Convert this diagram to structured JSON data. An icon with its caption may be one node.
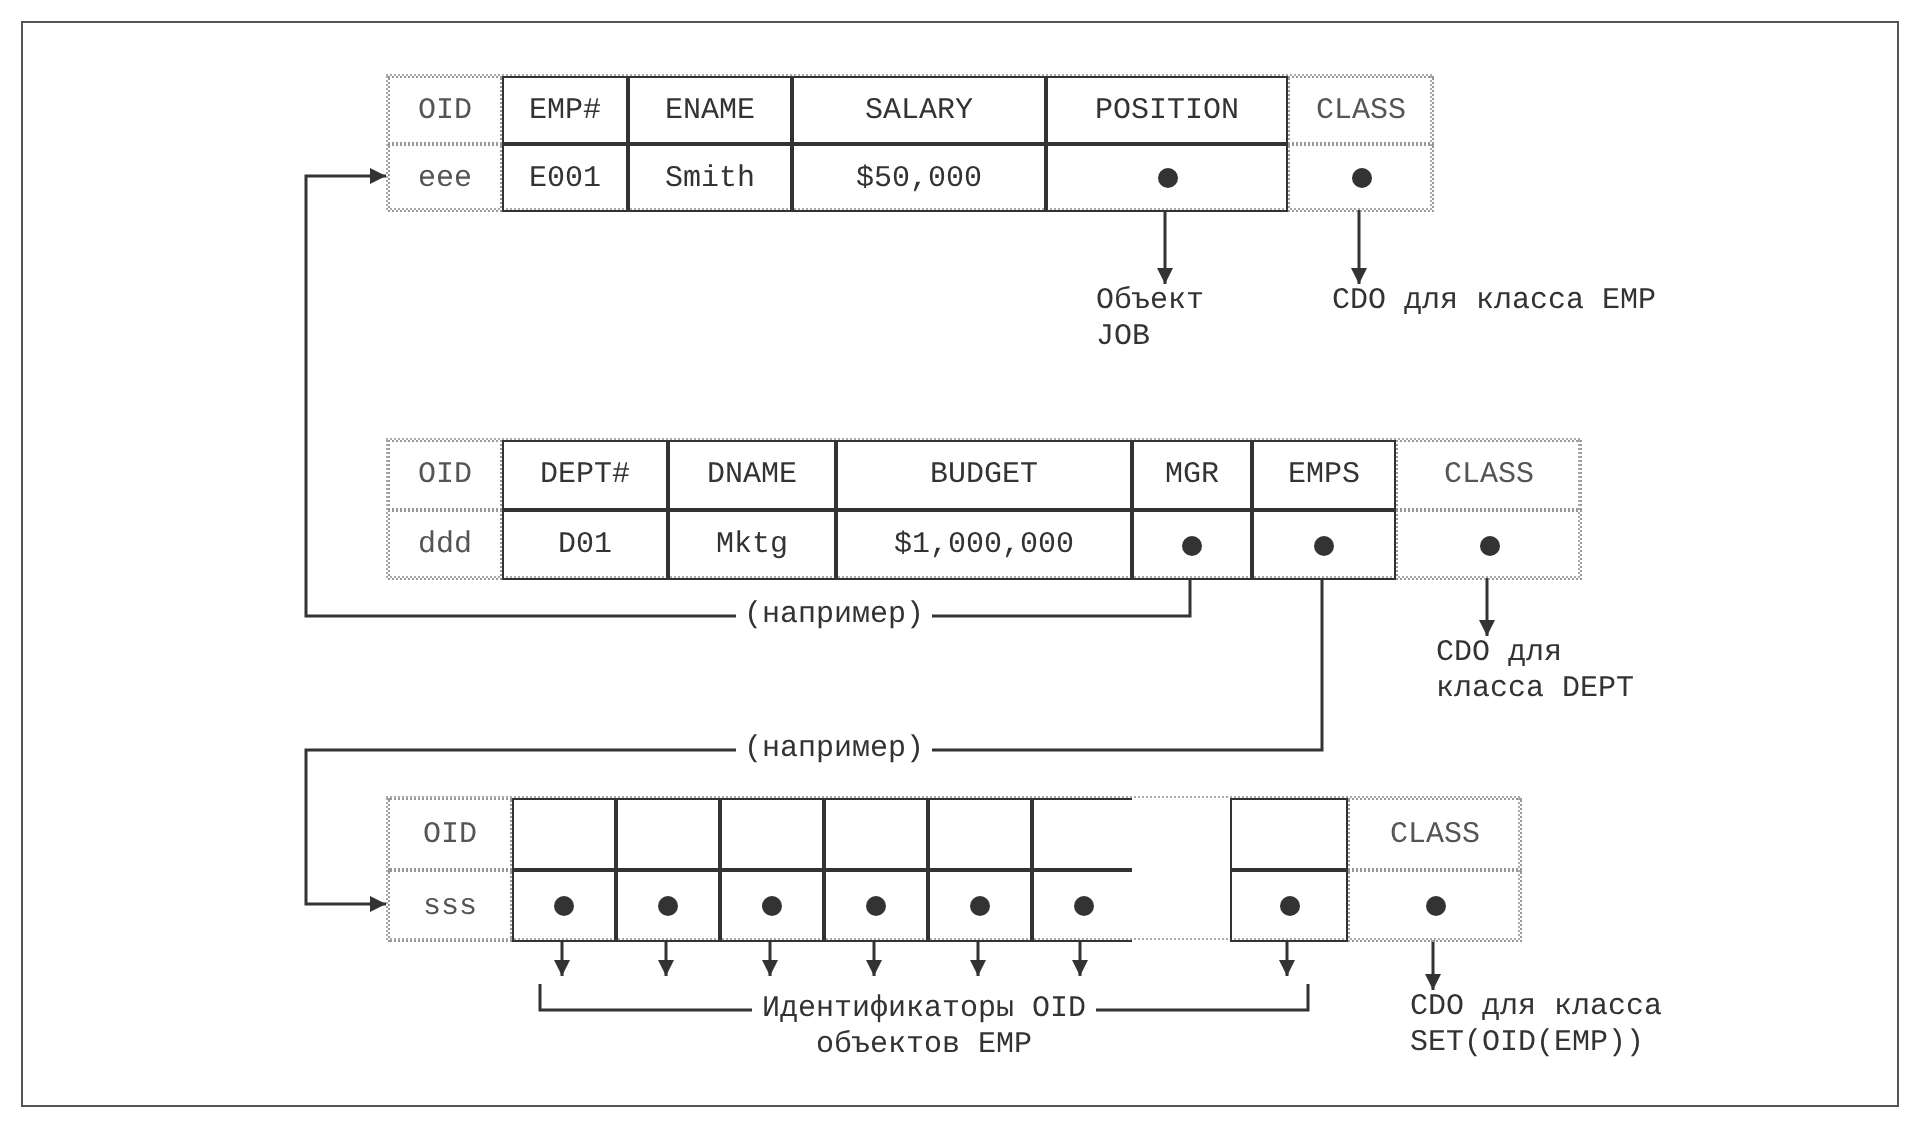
{
  "diagram": {
    "nodes": [
      {
        "text": [],
        "shape": "table"
      },
      {
        "text": [
          "OID"
        ],
        "in": 0
      },
      {
        "text": [
          "EMP#"
        ],
        "in": 0
      },
      {
        "text": [
          "ENAME"
        ],
        "in": 0
      },
      {
        "text": [
          "SALARY"
        ],
        "in": 0
      },
      {
        "text": [
          "POSITION"
        ],
        "in": 0
      },
      {
        "text": [
          "CLASS"
        ],
        "in": 0
      },
      {
        "text": [
          "eee"
        ],
        "in": 0
      },
      {
        "text": [
          "E001"
        ],
        "in": 0
      },
      {
        "text": [
          "Smith"
        ],
        "in": 0
      },
      {
        "text": [
          "$50,000"
        ],
        "in": 0
      },
      {
        "text": [],
        "shape": "box",
        "in": 0
      },
      {
        "text": [],
        "shape": "box",
        "in": 0
      },
      {
        "text": [
          "Объект JOB"
        ]
      },
      {
        "text": [
          "CDO для класса EMP"
        ]
      },
      {
        "text": [],
        "shape": "table"
      },
      {
        "text": [
          "OID"
        ],
        "in": 15
      },
      {
        "text": [
          "DEPT#"
        ],
        "in": 15
      },
      {
        "text": [
          "DNAME"
        ],
        "in": 15
      },
      {
        "text": [
          "BUDGET"
        ],
        "in": 15
      },
      {
        "text": [
          "MGR"
        ],
        "in": 15
      },
      {
        "text": [
          "EMPS"
        ],
        "in": 15
      },
      {
        "text": [
          "CLASS"
        ],
        "in": 15
      },
      {
        "text": [
          "ddd"
        ],
        "in": 15
      },
      {
        "text": [
          "D01"
        ],
        "in": 15
      },
      {
        "text": [
          "Mktg"
        ],
        "in": 15
      },
      {
        "text": [
          "$1,000,000"
        ],
        "in": 15
      },
      {
        "text": [],
        "shape": "box",
        "in": 15
      },
      {
        "text": [],
        "shape": "box",
        "in": 15
      },
      {
        "text": [],
        "shape": "box",
        "in": 15
      },
      {
        "text": [
          "CDO для класса DEPT"
        ]
      },
      {
        "text": [],
        "shape": "table"
      },
      {
        "text": [
          "OID"
        ],
        "in": 31
      },
      {
        "text": [],
        "shape": "box",
        "in": 31
      },
      {
        "text": [],
        "shape": "box",
        "in": 31
      },
      {
        "text": [],
        "shape": "box",
        "in": 31
      },
      {
        "text": [],
        "shape": "box",
        "in": 31
      },
      {
        "text": [],
        "shape": "box",
        "in": 31
      },
      {
        "text": [],
        "shape": "box",
        "in": 31
      },
      {
        "text": [],
        "shape": "box",
        "in": 31
      },
      {
        "text": [
          "CLASS"
        ],
        "in": 31
      },
      {
        "text": [
          "sss"
        ],
        "in": 31
      },
      {
        "text": [],
        "shape": "box",
        "in": 31
      },
      {
        "text": [],
        "shape": "box",
        "in": 31
      },
      {
        "text": [],
        "shape": "box",
        "in": 31
      },
      {
        "text": [],
        "shape": "box",
        "in": 31
      },
      {
        "text": [],
        "shape": "box",
        "in": 31
      },
      {
        "text": [],
        "shape": "box",
        "in": 31
      },
      {
        "text": [],
        "shape": "box",
        "in": 31
      },
      {
        "text": [],
        "shape": "box",
        "in": 31
      },
      {
        "text": [
          "Идентификаторы OID объектов EMP"
        ]
      },
      {
        "text": [
          "CDO для класса SET(OID(EMP))"
        ]
      }
    ],
    "edges": [
      {
        "from": 11,
        "to": 13,
        "arrow": "to"
      },
      {
        "from": 12,
        "to": 14,
        "arrow": "to"
      },
      {
        "from": 27,
        "to": 7,
        "arrow": "to",
        "label": "(например)"
      },
      {
        "from": 28,
        "to": 41,
        "arrow": "to",
        "label": "(например)"
      },
      {
        "from": 29,
        "to": 30,
        "arrow": "to"
      },
      {
        "from": 42,
        "to": 50,
        "arrow": "to"
      },
      {
        "from": 43,
        "to": 50,
        "arrow": "to"
      },
      {
        "from": 44,
        "to": 50,
        "arrow": "to"
      },
      {
        "from": 45,
        "to": 50,
        "arrow": "to"
      },
      {
        "from": 46,
        "to": 50,
        "arrow": "to"
      },
      {
        "from": 47,
        "to": 50,
        "arrow": "to"
      },
      {
        "from": 48,
        "to": 50,
        "arrow": "to"
      },
      {
        "from": 49,
        "to": 51,
        "arrow": "to"
      }
    ]
  }
}
